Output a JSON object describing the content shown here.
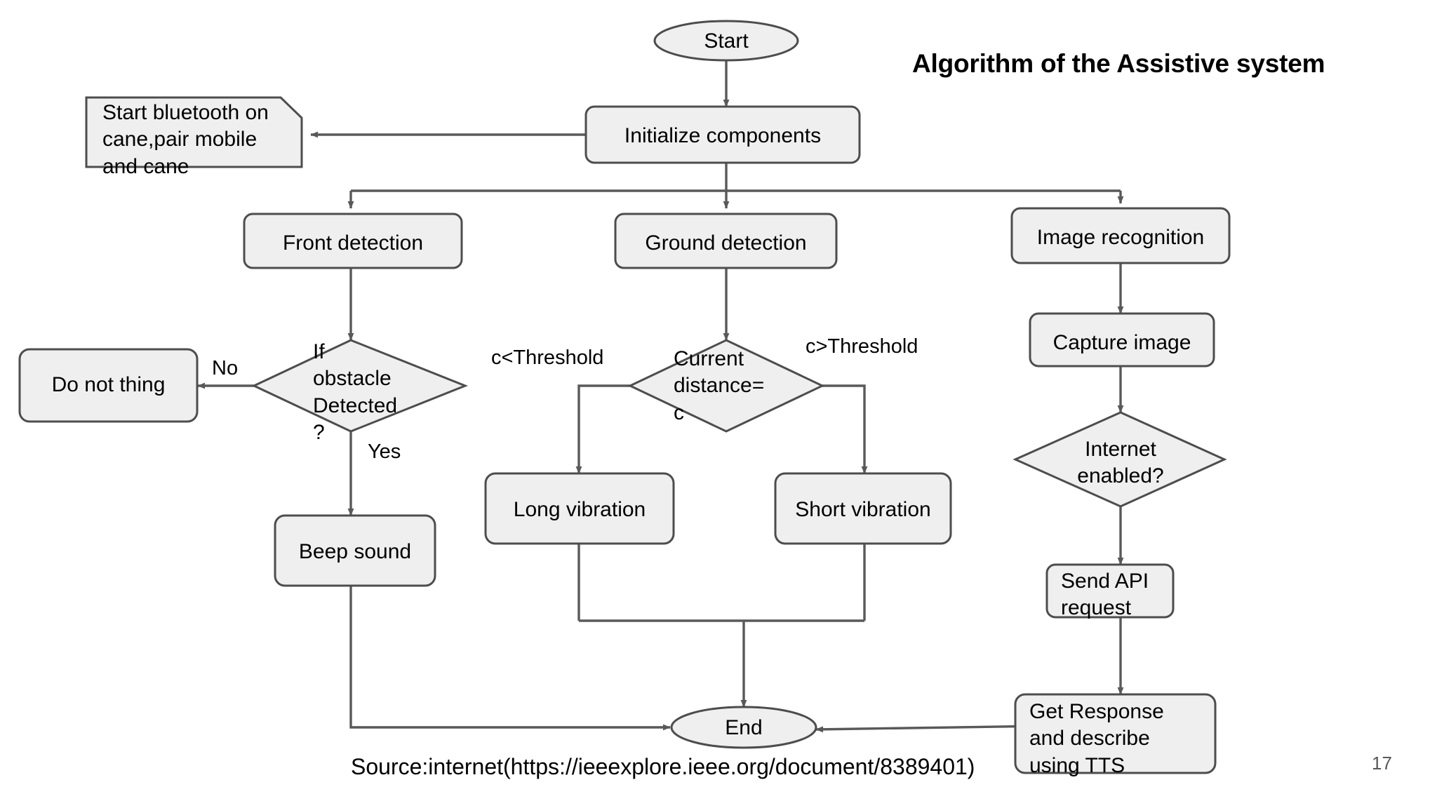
{
  "slide": {
    "title": "Algorithm of the Assistive system",
    "source_note": "Source:internet(https://ieeexplore.ieee.org/document/8389401)",
    "page_number": "17",
    "colors": {
      "shape_fill": "#EFEFEF",
      "shape_stroke": "#4D4D4D",
      "connector": "#595959",
      "text": "#000000",
      "page_number": "#595959",
      "background": "#FFFFFF"
    }
  },
  "chart_data": {
    "type": "diagram",
    "diagram_kind": "flowchart",
    "title": "Algorithm of the Assistive system",
    "nodes": [
      {
        "id": "start",
        "shape": "ellipse",
        "label": "Start"
      },
      {
        "id": "note_bt",
        "shape": "note",
        "label": "Start bluetooth on cane,pair mobile and cane"
      },
      {
        "id": "init",
        "shape": "rounded-rect",
        "label": "Initialize components"
      },
      {
        "id": "front",
        "shape": "rounded-rect",
        "label": "Front detection"
      },
      {
        "id": "ground",
        "shape": "rounded-rect",
        "label": "Ground detection"
      },
      {
        "id": "imagerec",
        "shape": "rounded-rect",
        "label": "Image recognition"
      },
      {
        "id": "obstacle_q",
        "shape": "diamond",
        "label": "If obstacle Detected ?"
      },
      {
        "id": "donothing",
        "shape": "rounded-rect",
        "label": "Do not thing"
      },
      {
        "id": "beep",
        "shape": "rounded-rect",
        "label": "Beep sound"
      },
      {
        "id": "distance_q",
        "shape": "diamond",
        "label": "Current distance= c"
      },
      {
        "id": "longvib",
        "shape": "rounded-rect",
        "label": "Long vibration"
      },
      {
        "id": "shortvib",
        "shape": "rounded-rect",
        "label": "Short vibration"
      },
      {
        "id": "capture",
        "shape": "rounded-rect",
        "label": "Capture image"
      },
      {
        "id": "internet_q",
        "shape": "diamond",
        "label": "Internet enabled?"
      },
      {
        "id": "sendapi",
        "shape": "rounded-rect",
        "label": "Send API request"
      },
      {
        "id": "getresponse",
        "shape": "rounded-rect",
        "label": "Get Response and describe using TTS"
      },
      {
        "id": "end",
        "shape": "ellipse",
        "label": "End"
      }
    ],
    "edges": [
      {
        "from": "start",
        "to": "init",
        "label": ""
      },
      {
        "from": "init",
        "to": "note_bt",
        "label": ""
      },
      {
        "from": "init",
        "to": "front",
        "label": ""
      },
      {
        "from": "init",
        "to": "ground",
        "label": ""
      },
      {
        "from": "init",
        "to": "imagerec",
        "label": ""
      },
      {
        "from": "front",
        "to": "obstacle_q",
        "label": ""
      },
      {
        "from": "obstacle_q",
        "to": "donothing",
        "label": "No"
      },
      {
        "from": "obstacle_q",
        "to": "beep",
        "label": "Yes"
      },
      {
        "from": "beep",
        "to": "end",
        "label": ""
      },
      {
        "from": "ground",
        "to": "distance_q",
        "label": ""
      },
      {
        "from": "distance_q",
        "to": "longvib",
        "label": "c<Threshold"
      },
      {
        "from": "distance_q",
        "to": "shortvib",
        "label": "c>Threshold"
      },
      {
        "from": "longvib",
        "to": "end",
        "label": ""
      },
      {
        "from": "shortvib",
        "to": "end",
        "label": ""
      },
      {
        "from": "imagerec",
        "to": "capture",
        "label": ""
      },
      {
        "from": "capture",
        "to": "internet_q",
        "label": ""
      },
      {
        "from": "internet_q",
        "to": "sendapi",
        "label": ""
      },
      {
        "from": "sendapi",
        "to": "getresponse",
        "label": ""
      },
      {
        "from": "getresponse",
        "to": "end",
        "label": ""
      }
    ],
    "edge_labels": {
      "no": "No",
      "yes": "Yes",
      "below_threshold": "c<Threshold",
      "above_threshold": "c>Threshold"
    }
  },
  "nodes": {
    "start": {
      "label": "Start"
    },
    "note_bt": {
      "label": "Start bluetooth on\ncane,pair mobile\nand cane"
    },
    "init": {
      "label": "Initialize components"
    },
    "front": {
      "label": "Front detection"
    },
    "ground": {
      "label": "Ground detection"
    },
    "imagerec": {
      "label": "Image recognition"
    },
    "obstacle_q": {
      "label": "If\nobstacle\nDetected\n?"
    },
    "donothing": {
      "label": "Do not thing"
    },
    "beep": {
      "label": "Beep sound"
    },
    "distance_q": {
      "label": "Current\ndistance=\nc"
    },
    "longvib": {
      "label": "Long vibration"
    },
    "shortvib": {
      "label": "Short vibration"
    },
    "capture": {
      "label": "Capture image"
    },
    "internet_q": {
      "label": "Internet\nenabled?"
    },
    "sendapi": {
      "label": "Send API\nrequest"
    },
    "getresponse": {
      "label": "Get Response\nand describe\nusing TTS"
    },
    "end": {
      "label": "End"
    }
  },
  "labels": {
    "no": "No",
    "yes": "Yes",
    "below_threshold": "c<Threshold",
    "above_threshold": "c>Threshold"
  }
}
